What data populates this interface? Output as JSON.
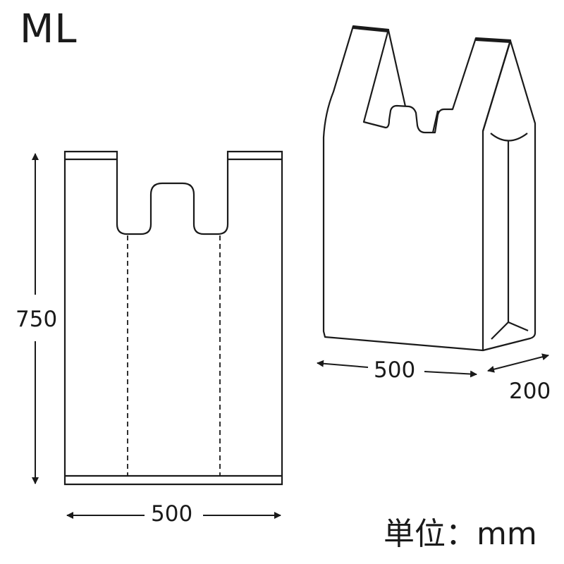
{
  "title": "ML",
  "flat_view": {
    "height_label": "750",
    "width_label": "500"
  },
  "perspective_view": {
    "width_label": "500",
    "depth_label": "200"
  },
  "unit_label": "単位：mm",
  "colors": {
    "stroke": "#1a1a1a",
    "background": "#ffffff"
  }
}
